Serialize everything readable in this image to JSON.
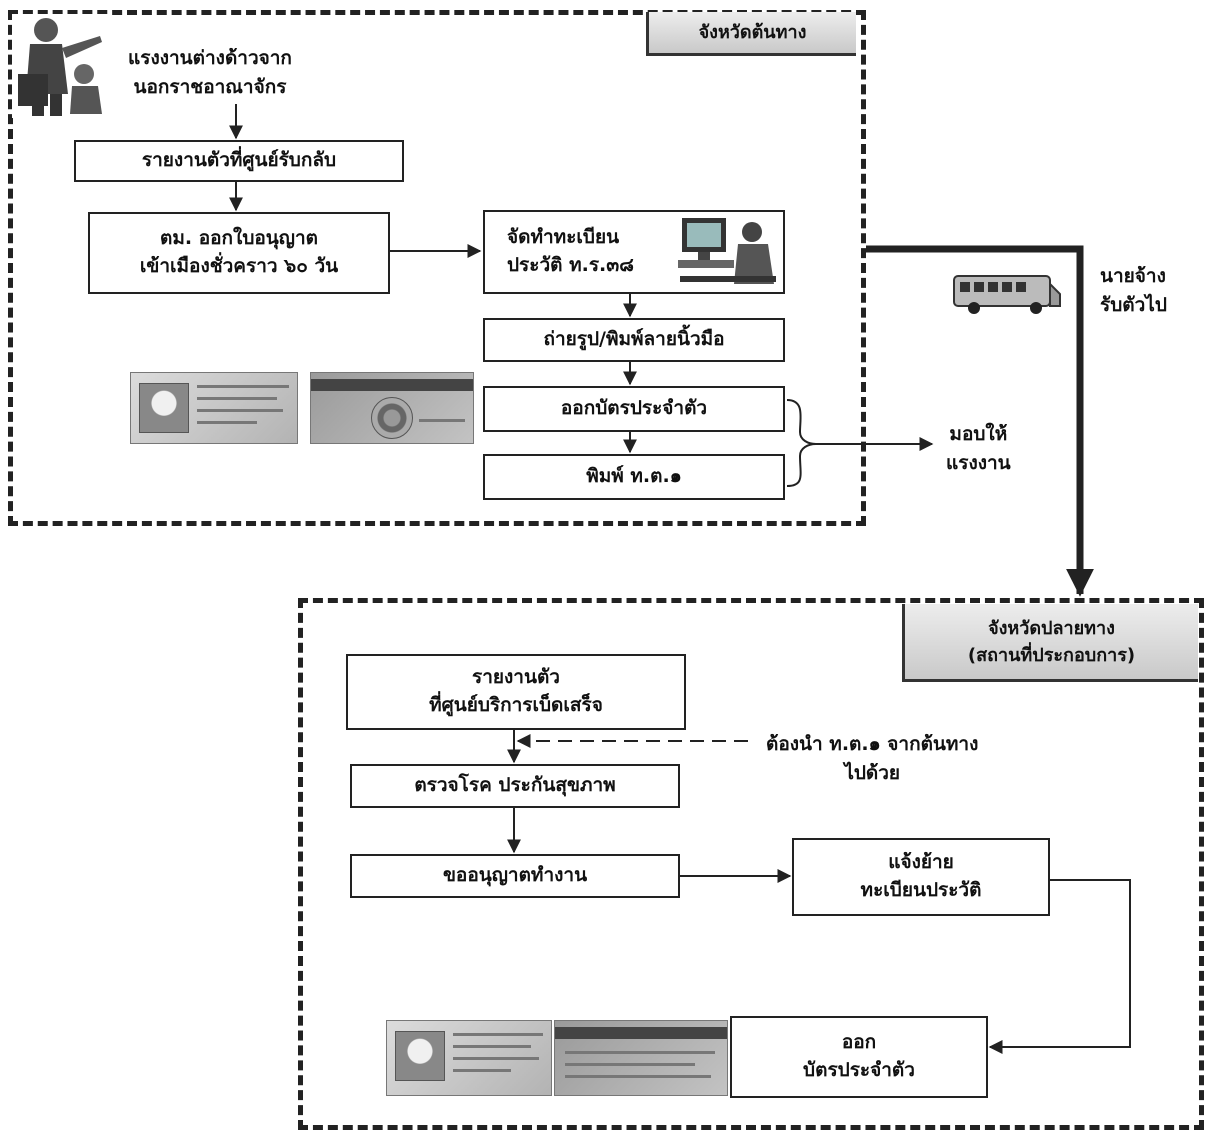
{
  "regions": {
    "origin": {
      "label": "จังหวัดต้นทาง"
    },
    "destination": {
      "label_line1": "จังหวัดปลายทาง",
      "label_line2": "(สถานที่ประกอบการ)"
    }
  },
  "origin_flow": {
    "worker_text_line1": "แรงงานต่างด้าวจาก",
    "worker_text_line2": "นอกราชอาณาจักร",
    "step_report": "รายงานตัวที่ศูนย์รับกลับ",
    "step_permit_line1": "ตม. ออกใบอนุญาต",
    "step_permit_line2": "เข้าเมืองชั่วคราว ๖๐ วัน",
    "step_register_line1": "จัดทำทะเบียน",
    "step_register_line2": "ประวัติ ท.ร.๓๘",
    "step_photo": "ถ่ายรูป/พิมพ์ลายนิ้วมือ",
    "step_card": "ออกบัตรประจำตัว",
    "step_print": "พิมพ์ ท.ต.๑",
    "give_worker_line1": "มอบให้",
    "give_worker_line2": "แรงงาน"
  },
  "employer": {
    "text_line1": "นายจ้าง",
    "text_line2": "รับตัวไป"
  },
  "destination_flow": {
    "step_report_line1": "รายงานตัว",
    "step_report_line2": "ที่ศูนย์บริการเบ็ดเสร็จ",
    "note_line1": "ต้องนำ ท.ต.๑ จากต้นทาง",
    "note_line2": "ไปด้วย",
    "step_health": "ตรวจโรค ประกันสุขภาพ",
    "step_workpermit": "ขออนุญาตทำงาน",
    "step_transfer_line1": "แจ้งย้าย",
    "step_transfer_line2": "ทะเบียนประวัติ",
    "step_card_line1": "ออก",
    "step_card_line2": "บัตรประจำตัว"
  },
  "colors": {
    "line": "#222222",
    "label_bg": "#d6d6d6"
  }
}
